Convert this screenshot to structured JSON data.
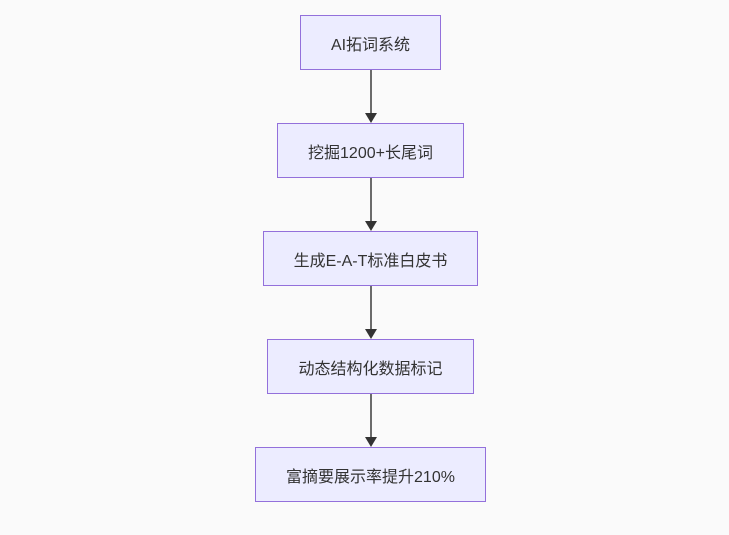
{
  "colors": {
    "background": "#fafafa",
    "node-fill": "#ECECFF",
    "node-border": "#9370DB",
    "text": "#333333",
    "edge-line": "#6b6b6b",
    "edge-head": "#333333"
  },
  "flowchart": {
    "type": "flowchart-top-down",
    "nodes": [
      {
        "id": "n1",
        "label": "AI拓词系统"
      },
      {
        "id": "n2",
        "label": "挖掘1200+长尾词"
      },
      {
        "id": "n3",
        "label": "生成E-A-T标准白皮书"
      },
      {
        "id": "n4",
        "label": "动态结构化数据标记"
      },
      {
        "id": "n5",
        "label": "富摘要展示率提升210%"
      }
    ],
    "edges": [
      {
        "from": "n1",
        "to": "n2"
      },
      {
        "from": "n2",
        "to": "n3"
      },
      {
        "from": "n3",
        "to": "n4"
      },
      {
        "from": "n4",
        "to": "n5"
      }
    ]
  }
}
